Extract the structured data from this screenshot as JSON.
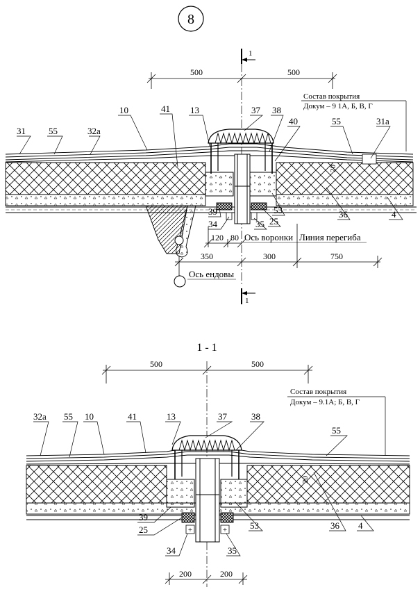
{
  "top": {
    "circle_number": "8",
    "section_mark": "1",
    "dims_top": [
      "500",
      "500"
    ],
    "dims_bottom": [
      "120",
      "80",
      "350",
      "300",
      "750"
    ],
    "composition_title": "Состав покрытия",
    "composition_doc": "Докум – 9 1А, Б, В, Г",
    "axis_funnel": "Ось воронки",
    "bend_line": "Линия перегиба",
    "valley_axis": "Ось ендовы",
    "thickness": "20",
    "labels": {
      "l31": "31",
      "l55a": "55",
      "l32a": "32а",
      "l10": "10",
      "l41": "41",
      "l13": "13",
      "l37": "37",
      "l38": "38",
      "l40": "40",
      "l55b": "55",
      "l31a": "31а",
      "l39": "39",
      "l34": "34",
      "l35": "35",
      "l25": "25",
      "l53": "53",
      "l36": "36",
      "l4": "4"
    }
  },
  "bottom": {
    "section_title": "1 - 1",
    "dims_top": [
      "500",
      "500"
    ],
    "dims_bottom": [
      "200",
      "200"
    ],
    "composition_title": "Состав покрытия",
    "composition_doc": "Докум – 9.1А; Б, В, Г",
    "thickness": "20",
    "labels": {
      "l32a": "32а",
      "l55a": "55",
      "l10": "10",
      "l41": "41",
      "l13": "13",
      "l37": "37",
      "l38": "38",
      "l55b": "55",
      "l39": "39",
      "l25": "25",
      "l53": "53",
      "l36": "36",
      "l4": "4",
      "l34": "34",
      "l35": "35"
    }
  }
}
